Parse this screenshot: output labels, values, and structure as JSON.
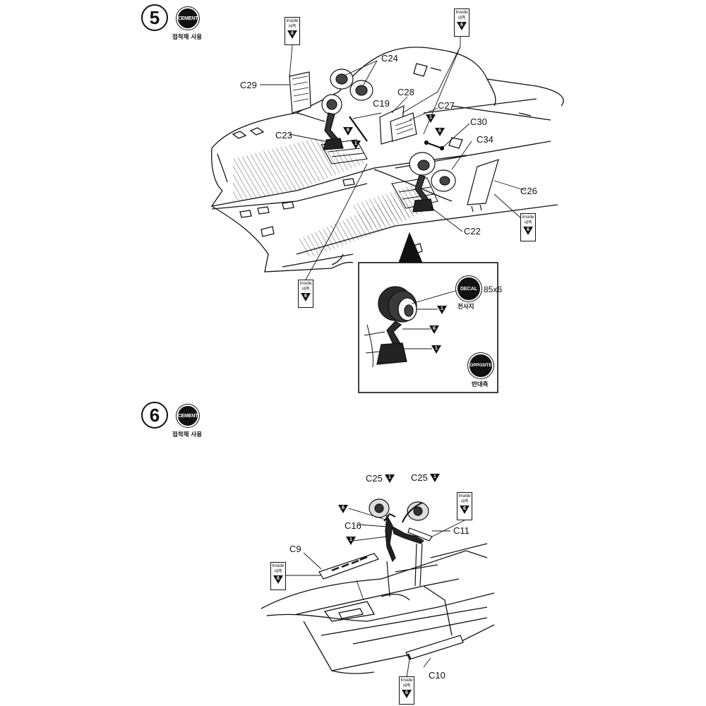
{
  "step5": {
    "number": "5",
    "cement_badge": "CEMENT",
    "cement_caption": "접착제 사용",
    "labels": {
      "C24": "C24",
      "C29": "C29",
      "C28": "C28",
      "C19": "C19",
      "C27": "C27",
      "C30": "C30",
      "C23": "C23",
      "C34": "C34",
      "C26": "C26",
      "C22": "C22"
    },
    "inside": {
      "line1": "Inside",
      "line2": "내측",
      "code": "6"
    },
    "color_codes": {
      "one": "1",
      "six": "6"
    },
    "detail": {
      "decal_badge": "DECAL",
      "decal_caption": "전사지",
      "decal_number": "85x6",
      "opposite_badge": "OPPOSITE",
      "opposite_caption": "반대측"
    }
  },
  "step6": {
    "number": "6",
    "cement_badge": "CEMENT",
    "cement_caption": "접착제 사용",
    "labels": {
      "C25a": "C25",
      "C25b": "C25",
      "C16": "C16",
      "C11": "C11",
      "C9": "C9",
      "C10": "C10"
    },
    "inside": {
      "line1": "Inside",
      "line2": "내측",
      "code": "6"
    },
    "color_codes": {
      "one": "1",
      "six": "6"
    }
  }
}
